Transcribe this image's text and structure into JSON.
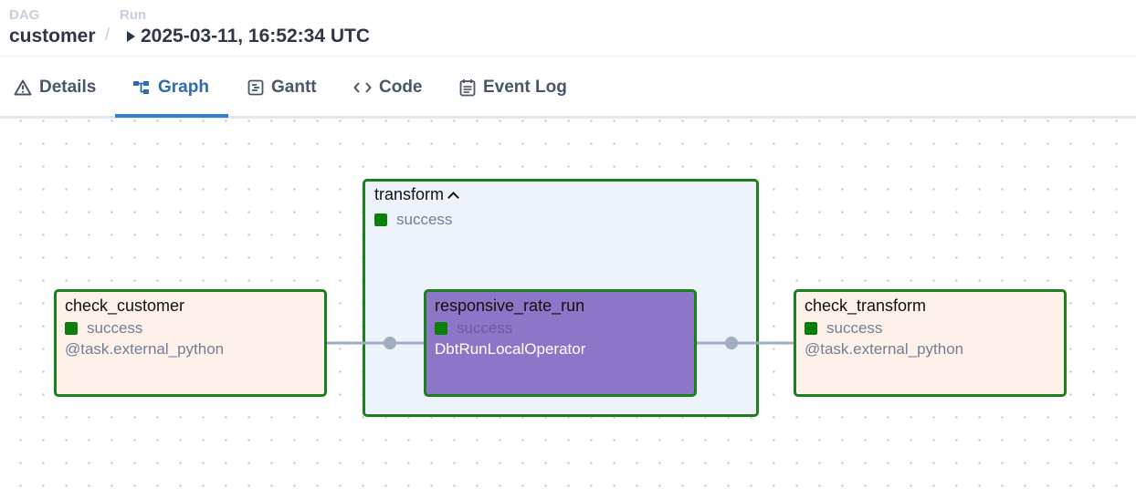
{
  "breadcrumb": {
    "dag_label": "DAG",
    "dag_value": "customer",
    "separator": "/",
    "run_label": "Run",
    "run_value": "2025-03-11, 16:52:34 UTC"
  },
  "tabs": [
    {
      "label": "Details",
      "icon": "warning-triangle-icon",
      "active": false
    },
    {
      "label": "Graph",
      "icon": "graph-icon",
      "active": true
    },
    {
      "label": "Gantt",
      "icon": "gantt-icon",
      "active": false
    },
    {
      "label": "Code",
      "icon": "code-icon",
      "active": false
    },
    {
      "label": "Event Log",
      "icon": "event-log-icon",
      "active": false
    }
  ],
  "graph": {
    "group": {
      "label": "transform",
      "state": "success"
    },
    "nodes": [
      {
        "id": "check_customer",
        "label": "check_customer",
        "state": "success",
        "operator": "@task.external_python"
      },
      {
        "id": "responsive_rate_run",
        "label": "responsive_rate_run",
        "state": "success",
        "operator": "DbtRunLocalOperator"
      },
      {
        "id": "check_transform",
        "label": "check_transform",
        "state": "success",
        "operator": "@task.external_python"
      }
    ]
  },
  "colors": {
    "success": "#0a7f0a",
    "node_border": "#1b7f1b",
    "task_bg": "#fdf1ea",
    "dbt_bg": "#8b76c7",
    "group_bg": "#eef3fb",
    "active_tab": "#2b6cb0",
    "edge": "#a0aec0"
  }
}
